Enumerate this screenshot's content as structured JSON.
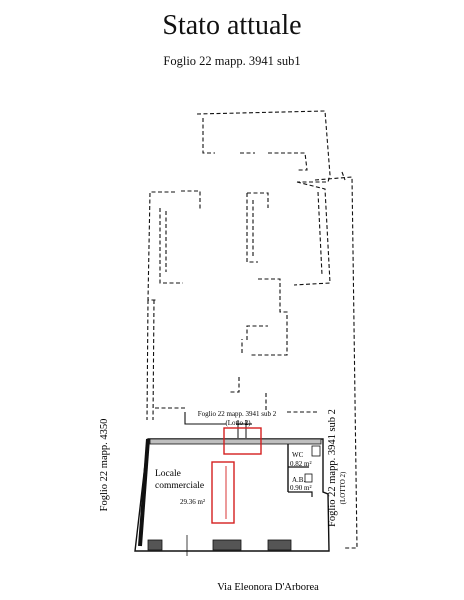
{
  "header": {
    "title": "Stato attuale",
    "subtitle": "Foglio 22 mapp. 3941 sub1"
  },
  "labels": {
    "neighbor_top_line1": "Foglio 22 mapp. 3941 sub 2",
    "neighbor_top_line2": "(Lotto 2)",
    "neighbor_left": "Foglio 22 mapp. 4350",
    "neighbor_right_line1": "Foglio 22 mapp. 3941 sub 2",
    "neighbor_right_line2": "(LOTTO 2)",
    "room_main_line1": "Locale",
    "room_main_line2": "commerciale",
    "room_main_area": "29.36 m²",
    "room_wc_name": "WC",
    "room_wc_area": "0.82 m²",
    "room_ab_name": "A.B.",
    "room_ab_area": "0.90 m²",
    "street": "Via Eleonora D'Arborea"
  },
  "colors": {
    "walls": "#111111",
    "highlight": "#d42020",
    "unit_fill": "#ffffff"
  }
}
